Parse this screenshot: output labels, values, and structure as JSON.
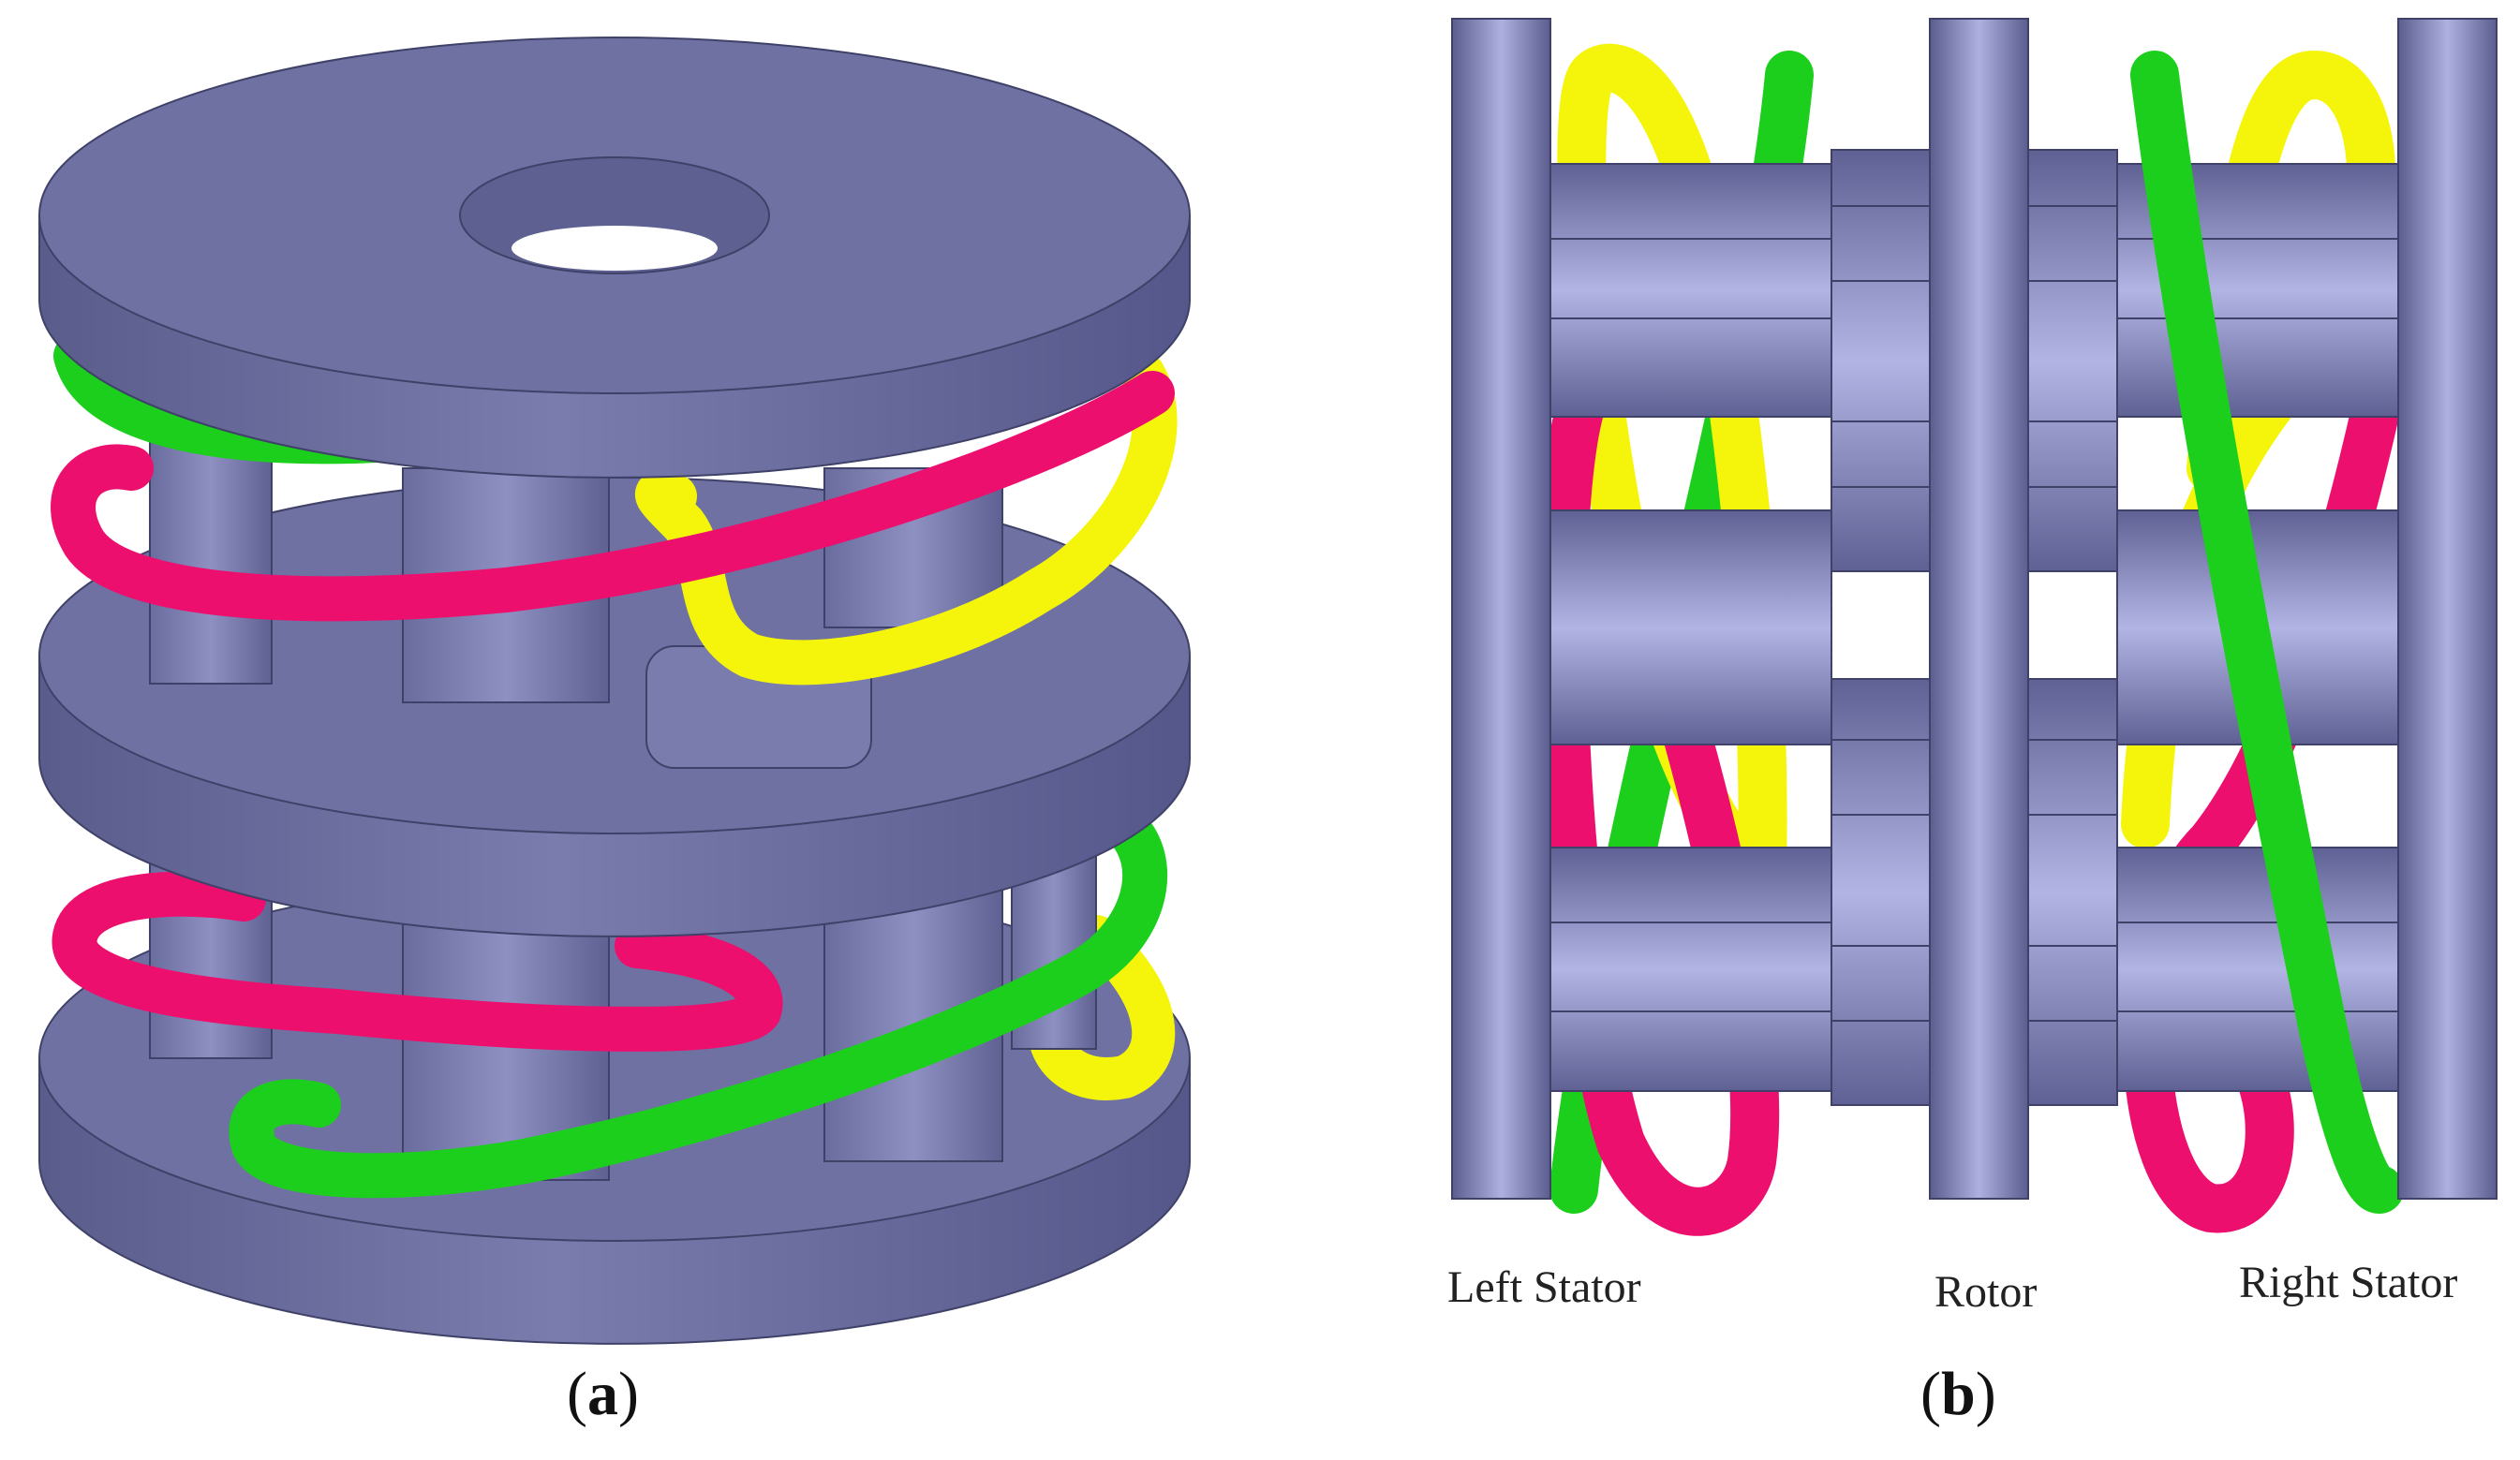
{
  "figure": {
    "panel_a": {
      "caption_open": "(",
      "caption_letter": "a",
      "caption_close": ")"
    },
    "panel_b": {
      "caption_open": "(",
      "caption_letter": "b",
      "caption_close": ")",
      "labels": {
        "left_stator": "Left Stator",
        "rotor": "Rotor",
        "right_stator": "Right Stator"
      }
    }
  },
  "colors": {
    "body": "#6c6e9f",
    "body_light": "#9fa1d2",
    "body_dark": "#4f517d",
    "coil_pink": "#ec0f6e",
    "coil_yellow": "#f5f50c",
    "coil_green": "#1ccf1c",
    "background": "#ffffff"
  }
}
